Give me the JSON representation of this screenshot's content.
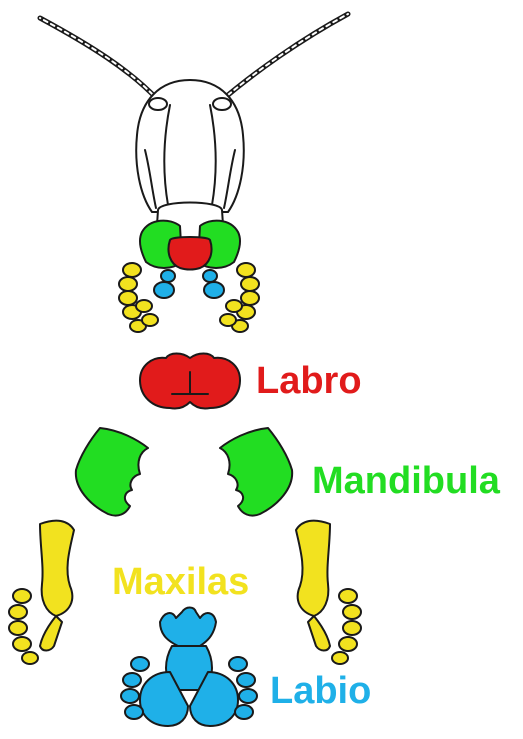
{
  "colors": {
    "labro": "#e11b1b",
    "mandibula": "#22dd22",
    "maxilas": "#f2e21f",
    "labio": "#1fb0e8",
    "outline": "#1a1a1a"
  },
  "labels": {
    "labro": "Labro",
    "mandibula": "Mandibula",
    "maxilas": "Maxilas",
    "labio": "Labio"
  }
}
